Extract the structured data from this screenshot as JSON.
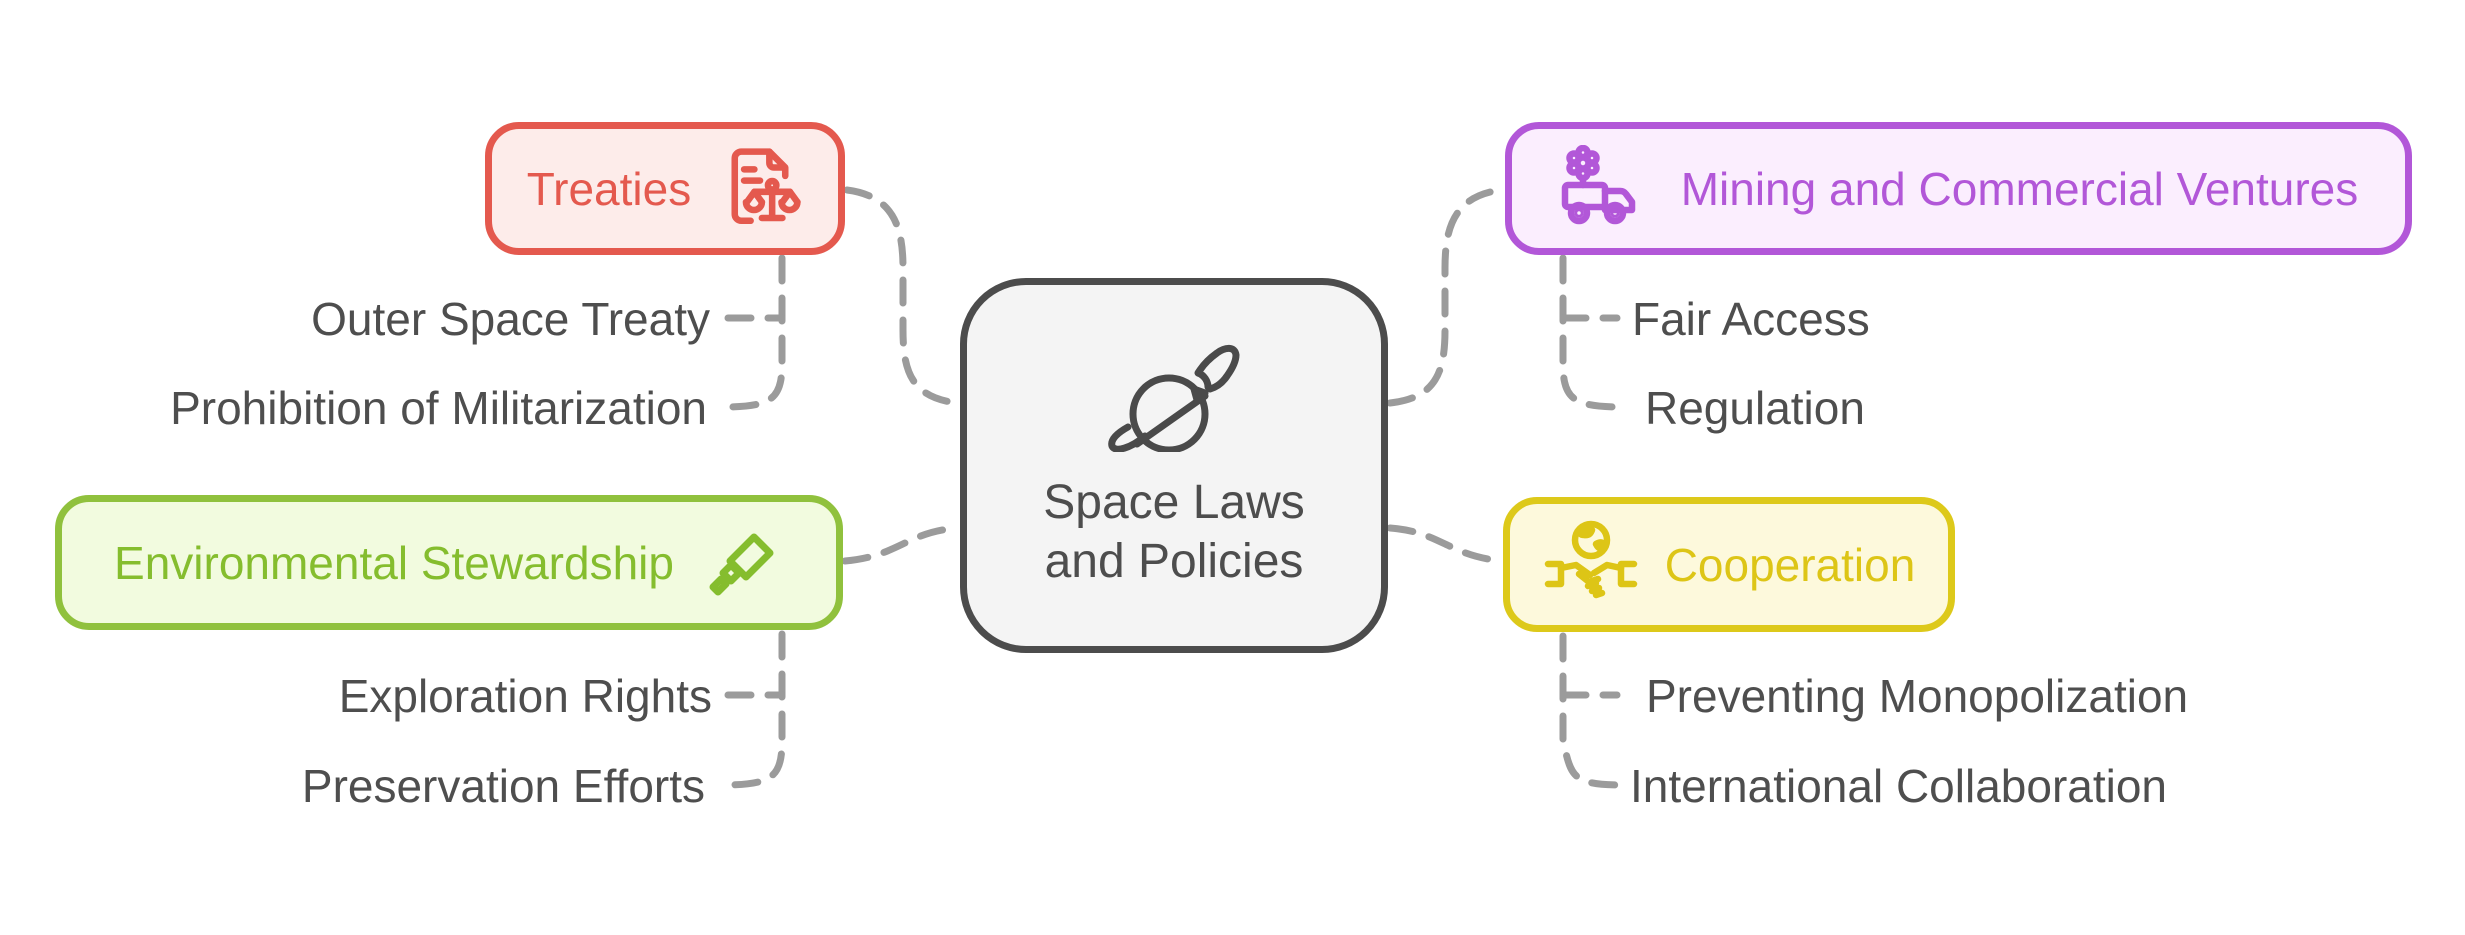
{
  "background": "#ffffff",
  "connector_color": "#9b9b9b",
  "child_text_color": "#4e4e4e",
  "center": {
    "label_line1": "Space Laws",
    "label_line2": "and Policies",
    "icon": "planet-rocket-icon",
    "fill": "#f4f4f4",
    "border_color": "#4c4c4c"
  },
  "branches": [
    {
      "label": "Treaties",
      "icon": "document-scales-icon",
      "border_color": "#e4594e",
      "fill": "#fdecea",
      "text_color": "#e4594e",
      "children": [
        "Outer Space Treaty",
        "Prohibition of Militarization"
      ]
    },
    {
      "label": "Environmental Stewardship",
      "icon": "telescope-icon",
      "border_color": "#90c13d",
      "fill": "#f2fbdf",
      "text_color": "#85bd2e",
      "children": [
        "Exploration Rights",
        "Preservation Efforts"
      ]
    },
    {
      "label": "Mining and Commercial Ventures",
      "icon": "gear-truck-icon",
      "border_color": "#b257d8",
      "fill": "#fbeefe",
      "text_color": "#b257d8",
      "children": [
        "Fair Access",
        "Regulation"
      ]
    },
    {
      "label": "Cooperation",
      "icon": "handshake-globe-icon",
      "border_color": "#ddc91a",
      "fill": "#fdf9dc",
      "text_color": "#ddc516",
      "children": [
        "Preventing Monopolization",
        "International Collaboration"
      ]
    }
  ]
}
